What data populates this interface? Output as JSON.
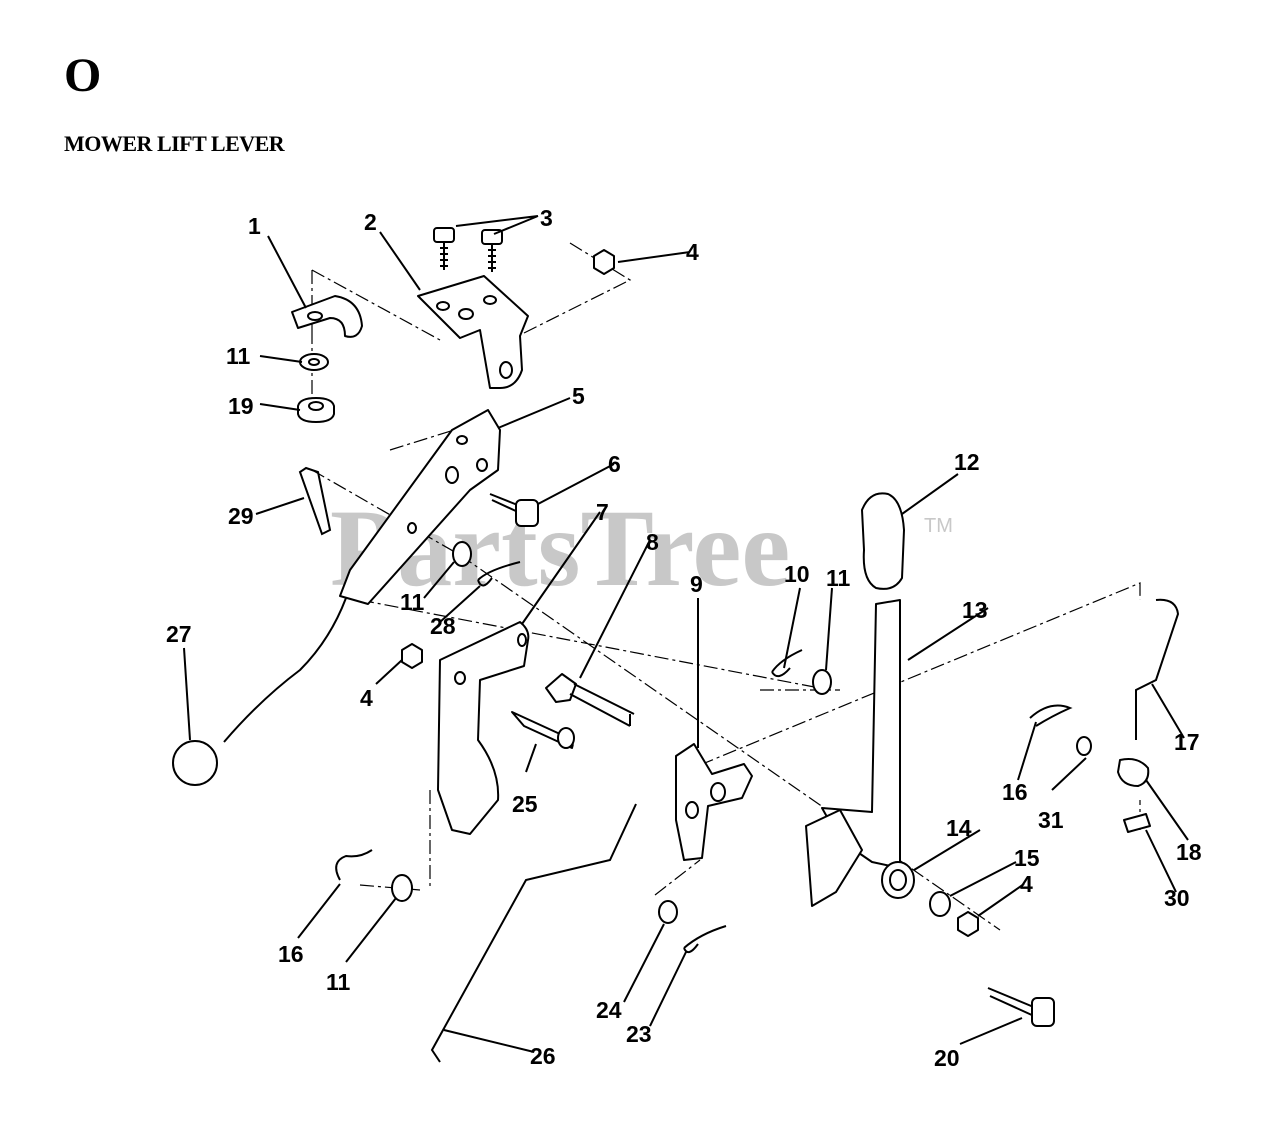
{
  "page": {
    "section_letter": "O",
    "section_title": "MOWER LIFT LEVER",
    "watermark": "PartsTree",
    "watermark_tm": "TM"
  },
  "callouts": {
    "c1": "1",
    "c2": "2",
    "c3": "3",
    "c4a": "4",
    "c4b": "4",
    "c4c": "4",
    "c5": "5",
    "c6": "6",
    "c7": "7",
    "c8": "8",
    "c9": "9",
    "c10": "10",
    "c11a": "11",
    "c11b": "11",
    "c11c": "11",
    "c11d": "11",
    "c12": "12",
    "c13": "13",
    "c14": "14",
    "c15": "15",
    "c16a": "16",
    "c16b": "16",
    "c17": "17",
    "c18": "18",
    "c19": "19",
    "c20": "20",
    "c23": "23",
    "c24": "24",
    "c25": "25",
    "c26": "26",
    "c27": "27",
    "c28": "28",
    "c29": "29",
    "c30": "30",
    "c31": "31"
  }
}
